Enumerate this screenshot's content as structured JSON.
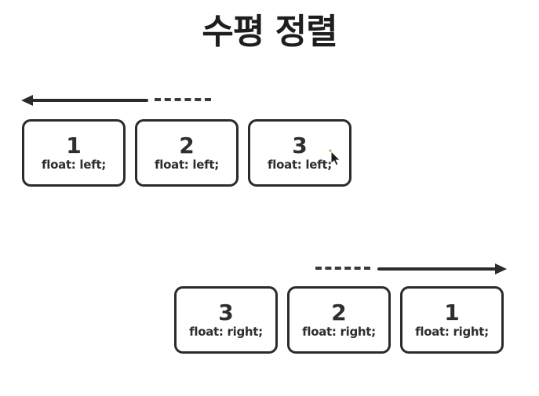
{
  "title": "수평 정렬",
  "colors": {
    "ink": "#2b2b2b",
    "background": "#ffffff",
    "cursor_fill": "#1a1a1a",
    "cursor_click_dot": "#d9913a"
  },
  "groups": [
    {
      "name": "float-left-row",
      "arrow_direction": "left",
      "arrow_style": "solid line with trailing dashes, arrowhead pointing left",
      "boxes": [
        {
          "number": "1",
          "label": "float: left;"
        },
        {
          "number": "2",
          "label": "float: left;"
        },
        {
          "number": "3",
          "label": "float: left;"
        }
      ]
    },
    {
      "name": "float-right-row",
      "arrow_direction": "right",
      "arrow_style": "leading dashes then solid line, arrowhead pointing right",
      "boxes": [
        {
          "number": "3",
          "label": "float: right;"
        },
        {
          "number": "2",
          "label": "float: right;"
        },
        {
          "number": "1",
          "label": "float: right;"
        }
      ]
    }
  ],
  "cursor": {
    "name": "mouse-pointer",
    "position": "over float-left box 3"
  }
}
